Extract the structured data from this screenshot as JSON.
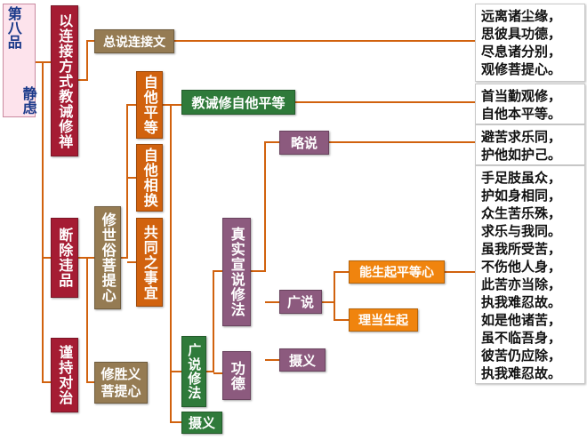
{
  "title": {
    "chapter": "第八品",
    "name": "静虑"
  },
  "nodes": {
    "lianjie": "以连接方式教诫修禅",
    "duanchu": "断除违品",
    "jinchi": "谨持对治",
    "zongshuo": "总说连接文",
    "xiushisu": "修世俗菩提心",
    "xiushengyi": "修胜义菩提心",
    "zitapingdeng": "自他平等",
    "zitaxianghuan": "自他相换",
    "gongtong": "共同之事宜",
    "jiaojie": "教诫修自他平等",
    "guangshuo": "广说修法",
    "sheyi1": "摄义",
    "zhenshi": "真实宣说修法",
    "gongde": "功德",
    "lueshuo": "略说",
    "guangshuo2": "广说",
    "sheyi2": "摄义",
    "nengsheng": "能生起平等心",
    "lidang": "理当生起"
  },
  "verses": {
    "v1": "远离诸尘缘，\n思彼具功德，\n尽息诸分别，\n观修菩提心。",
    "v2": "首当勤观修，\n自他本平等。",
    "v3": "避苦求乐同，\n护他如护己。",
    "v4": "手足肢虽众，\n护如身相同，\n众生苦乐殊，\n求乐与我同。\n虽我所受苦，\n不伤他人身，\n此苦亦当除，\n执我难忍故。\n如是他诸苦，\n虽不临吾身，\n彼苦仍应除，\n执我难忍故。"
  }
}
